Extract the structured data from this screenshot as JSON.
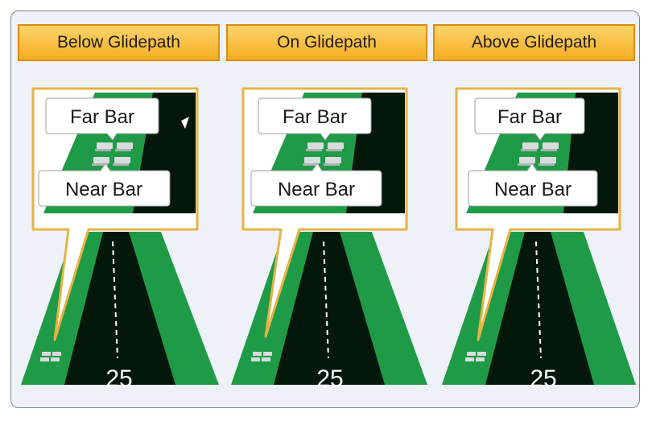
{
  "headers": {
    "below": "Below Glidepath",
    "on": "On Glidepath",
    "above": "Above Glidepath"
  },
  "callouts": {
    "far_bar": "Far Bar",
    "near_bar": "Near Bar"
  },
  "runway": {
    "number": "25"
  },
  "colors": {
    "header_fill": "#f6ae22",
    "header_border": "#d98d13",
    "callout_border": "#e7b345",
    "grass": "#1f9b47",
    "runway": "#03170b",
    "background": "#eef2f8"
  }
}
